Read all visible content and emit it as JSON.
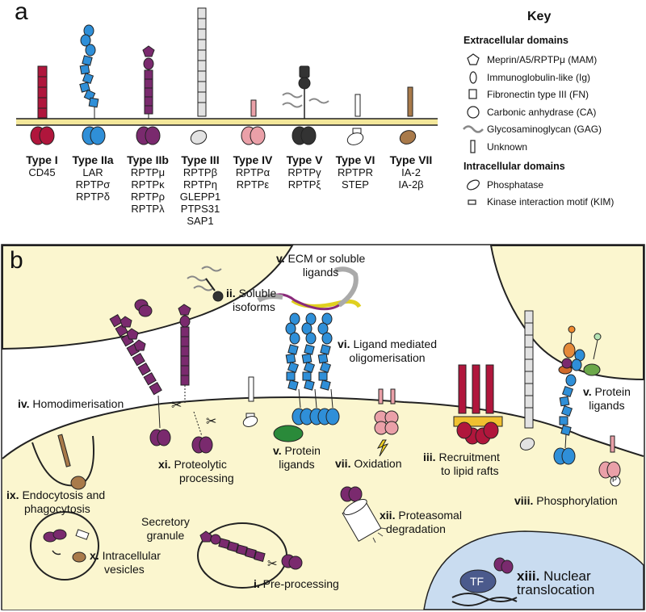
{
  "panel_a": {
    "letter": "a",
    "types": [
      {
        "name": "Type I",
        "members": [
          "CD45"
        ],
        "color": "#b0163c"
      },
      {
        "name": "Type IIa",
        "members": [
          "LAR",
          "RPTPσ",
          "RPTPδ"
        ],
        "color": "#2f8fd8"
      },
      {
        "name": "Type IIb",
        "members": [
          "RPTPμ",
          "RPTPκ",
          "RPTPρ",
          "RPTPλ"
        ],
        "color": "#7a2a6e"
      },
      {
        "name": "Type III",
        "members": [
          "RPTPβ",
          "RPTPη",
          "GLEPP1",
          "PTPS31",
          "SAP1"
        ],
        "color": "#d8d8d8"
      },
      {
        "name": "Type IV",
        "members": [
          "RPTPα",
          "RPTPε"
        ],
        "color": "#eaa0a8"
      },
      {
        "name": "Type V",
        "members": [
          "RPTPγ",
          "RPTPξ"
        ],
        "color": "#333333"
      },
      {
        "name": "Type VI",
        "members": [
          "RPTPR",
          "STEP"
        ],
        "color": "#ffffff"
      },
      {
        "name": "Type VII",
        "members": [
          "IA-2",
          "IA-2β"
        ],
        "color": "#a97a4a"
      }
    ]
  },
  "key": {
    "title": "Key",
    "extracellular_title": "Extracellular domains",
    "extracellular": [
      {
        "icon": "pentagon-icon",
        "label": "Meprin/A5/RPTPμ (MAM)"
      },
      {
        "icon": "oval-icon",
        "label": "Immunoglobulin-like (Ig)"
      },
      {
        "icon": "rectangle-icon",
        "label": "Fibronectin type III (FN)"
      },
      {
        "icon": "circle-icon",
        "label": "Carbonic anhydrase (CA)"
      },
      {
        "icon": "wave-icon",
        "label": "Glycosaminoglycan (GAG)"
      },
      {
        "icon": "bar-icon",
        "label": "Unknown"
      }
    ],
    "intracellular_title": "Intracellular domains",
    "intracellular": [
      {
        "icon": "ellipse-icon",
        "label": "Phosphatase"
      },
      {
        "icon": "small-rect-icon",
        "label": "Kinase interaction motif (KIM)"
      }
    ]
  },
  "panel_b": {
    "letter": "b",
    "labels": {
      "ii_num": "ii.",
      "ii_text1": "Soluble",
      "ii_text2": "isoforms",
      "v1_num": "v.",
      "v1_text1": "ECM or soluble",
      "v1_text2": "ligands",
      "vi_num": "vi.",
      "vi_text1": "Ligand mediated",
      "vi_text2": "oligomerisation",
      "iv_num": "iv.",
      "iv_text": "Homodimerisation",
      "v2_num": "v.",
      "v2_text1": "Protein",
      "v2_text2": "ligands",
      "xi_num": "xi.",
      "xi_text1": "Proteolytic",
      "xi_text2": "processing",
      "v3_num": "v.",
      "v3_text1": "Protein",
      "v3_text2": "ligands",
      "vii_num": "vii.",
      "vii_text": "Oxidation",
      "iii_num": "iii.",
      "iii_text1": "Recruitment",
      "iii_text2": "to lipid rafts",
      "ix_num": "ix.",
      "ix_text1": "Endocytosis and",
      "ix_text2": "phagocytosis",
      "granule1": "Secretory",
      "granule2": "granule",
      "xii_num": "xii.",
      "xii_text1": "Proteasomal",
      "xii_text2": "degradation",
      "viii_num": "viii.",
      "viii_text": "Phosphorylation",
      "x_num": "x.",
      "x_text1": "Intracellular",
      "x_text2": "vesicles",
      "i_num": "i.",
      "i_text": "Pre-processing",
      "xiii_num": "xiii.",
      "xiii_text1": "Nuclear",
      "xiii_text2": "translocation",
      "tf": "TF",
      "p": "P"
    }
  },
  "colors": {
    "cell": "#fbf6cf",
    "membrane_band": "#f3e79a",
    "nucleus": "#c9dcf0",
    "tf": "#4b5a8c"
  }
}
